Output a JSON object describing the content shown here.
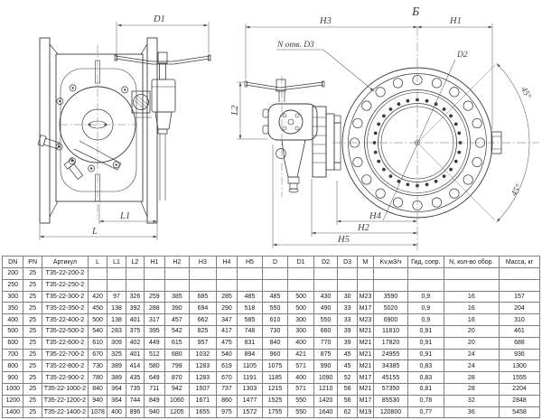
{
  "drawing": {
    "side_view": {
      "dim_d1": "D1",
      "dim_l1": "L1",
      "dim_l": "L"
    },
    "edge_view": {
      "dim_l2": "L2"
    },
    "front_view": {
      "section_label": "Б",
      "dim_h3": "H3",
      "dim_h1": "H1",
      "holes_callout": "N отв. D3",
      "dim_d2": "D2",
      "angle_top": "45°",
      "angle_bottom": "45°",
      "dim_h4": "H4",
      "dim_h2": "H2",
      "dim_h5": "H5"
    }
  },
  "colors": {
    "line": "#3a3a3a",
    "dim_line": "#5f5f5f",
    "table_border": "#7f7f7f",
    "text": "#141414"
  },
  "table": {
    "columns": [
      "DN",
      "PN",
      "Артикул",
      "L",
      "L1",
      "L2",
      "H1",
      "H2",
      "H3",
      "H4",
      "H5",
      "D",
      "D1",
      "D2",
      "D3",
      "M",
      "Kv,м3/ч",
      "Гид, сопр.",
      "N, кол-во обор.",
      "Масса, кг"
    ],
    "rows": [
      [
        "200",
        "25",
        "Т35-22-200-2",
        "",
        "",
        "",
        "",
        "",
        "",
        "",
        "",
        "",
        "",
        "",
        "",
        "",
        "",
        "",
        "",
        ""
      ],
      [
        "250",
        "25",
        "Т35-22-250-2",
        "",
        "",
        "",
        "",
        "",
        "",
        "",
        "",
        "",
        "",
        "",
        "",
        "",
        "",
        "",
        "",
        ""
      ],
      [
        "300",
        "25",
        "Т35-22-300-2",
        "420",
        "97",
        "326",
        "259",
        "385",
        "685",
        "285",
        "485",
        "485",
        "500",
        "430",
        "30",
        "M23",
        "3590",
        "0,9",
        "16",
        "157"
      ],
      [
        "350",
        "25",
        "Т35-22-350-2",
        "450",
        "138",
        "392",
        "288",
        "390",
        "694",
        "290",
        "518",
        "550",
        "500",
        "490",
        "33",
        "M17",
        "5020",
        "0,9",
        "16",
        "204"
      ],
      [
        "400",
        "25",
        "Т35-22-400-2",
        "500",
        "138",
        "401",
        "317",
        "457",
        "662",
        "347",
        "585",
        "610",
        "300",
        "550",
        "33",
        "M23",
        "6900",
        "0,9",
        "16",
        "310"
      ],
      [
        "500",
        "25",
        "Т35-22-500-2",
        "540",
        "283",
        "375",
        "395",
        "542",
        "825",
        "417",
        "748",
        "730",
        "300",
        "660",
        "39",
        "M21",
        "11810",
        "0,91",
        "20",
        "461"
      ],
      [
        "600",
        "25",
        "Т35-22-600-2",
        "610",
        "309",
        "402",
        "449",
        "615",
        "957",
        "475",
        "831",
        "840",
        "400",
        "770",
        "39",
        "M21",
        "17820",
        "0,91",
        "20",
        "688"
      ],
      [
        "700",
        "25",
        "Т35-22-700-2",
        "670",
        "325",
        "401",
        "512",
        "680",
        "1032",
        "540",
        "894",
        "960",
        "421",
        "875",
        "45",
        "M21",
        "24955",
        "0,91",
        "24",
        "936"
      ],
      [
        "800",
        "25",
        "Т35-22-800-2",
        "730",
        "389",
        "414",
        "580",
        "799",
        "1283",
        "619",
        "1105",
        "1075",
        "571",
        "990",
        "45",
        "M21",
        "34385",
        "0,83",
        "24",
        "1300"
      ],
      [
        "900",
        "25",
        "Т35-22-900-2",
        "780",
        "389",
        "435",
        "649",
        "870",
        "1283",
        "670",
        "1191",
        "1185",
        "400",
        "1090",
        "52",
        "M17",
        "45155",
        "0,83",
        "28",
        "1555"
      ],
      [
        "1000",
        "25",
        "Т35-22-1000-2",
        "840",
        "364",
        "735",
        "711",
        "942",
        "1507",
        "737",
        "1303",
        "1215",
        "571",
        "1210",
        "56",
        "M21",
        "57350",
        "0,81",
        "28",
        "2204"
      ],
      [
        "1200",
        "25",
        "Т35-22-1200-2",
        "940",
        "364",
        "744",
        "849",
        "1060",
        "1671",
        "860",
        "1477",
        "1525",
        "550",
        "1420",
        "56",
        "M17",
        "85530",
        "0,78",
        "32",
        "2848"
      ],
      [
        "1400",
        "25",
        "Т35-22-1400-2",
        "1078",
        "400",
        "896",
        "940",
        "1205",
        "1655",
        "975",
        "1572",
        "1755",
        "550",
        "1640",
        "62",
        "M19",
        "120800",
        "0,77",
        "36",
        "5458"
      ]
    ]
  }
}
